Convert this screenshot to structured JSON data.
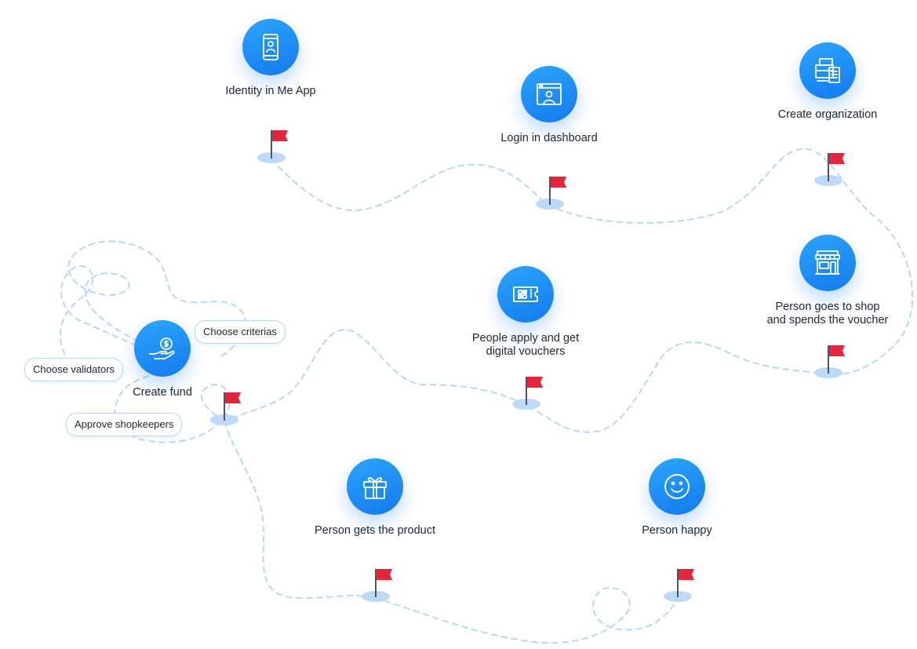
{
  "colors": {
    "accent": "#1e8ffa",
    "accent_dark": "#1479ec",
    "flag": "#e6243a",
    "path": "#b9d8f5",
    "flag_base": "#bcdaf7"
  },
  "steps": [
    {
      "label": "Identity in Me App",
      "icon": "phone-user-icon"
    },
    {
      "label": "Login in dashboard",
      "icon": "browser-user-icon"
    },
    {
      "label": "Create organization",
      "icon": "office-building-icon"
    },
    {
      "label": "Create fund",
      "icon": "hand-coin-icon"
    },
    {
      "label": "People apply and get\ndigital vouchers",
      "icon": "voucher-ticket-icon"
    },
    {
      "label": "Person goes to shop\nand spends the voucher",
      "icon": "shop-storefront-icon"
    },
    {
      "label": "Person gets the product",
      "icon": "gift-box-icon"
    },
    {
      "label": "Person happy",
      "icon": "smiley-face-icon"
    }
  ],
  "fund_actions": {
    "choose_criterias": "Choose criterias",
    "choose_validators": "Choose validators",
    "approve_shopkeepers": "Approve shopkeepers"
  }
}
